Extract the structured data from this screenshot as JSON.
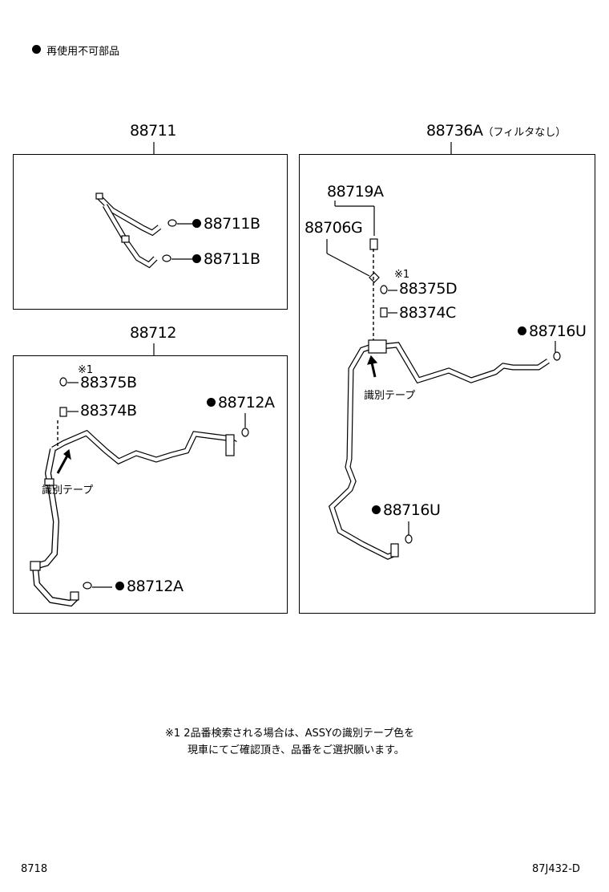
{
  "legend": {
    "text": "再使用不可部品"
  },
  "groups": {
    "g1": {
      "part_no": "88711",
      "parts": {
        "p1": "88711B",
        "p2": "88711B"
      }
    },
    "g2": {
      "part_no": "88712",
      "parts": {
        "nut": "88375B",
        "bolt": "88374B",
        "o_ring_top": "88712A",
        "o_ring_bottom": "88712A"
      },
      "note_mark": "※1",
      "tape_label": "識別テープ"
    },
    "g3": {
      "part_no": "88736A",
      "part_note": "（フィルタなし）",
      "parts": {
        "a": "88719A",
        "b": "88706G",
        "nut": "88375D",
        "bolt": "88374C",
        "o_ring_top": "88716U",
        "o_ring_bottom": "88716U"
      },
      "note_mark": "※1",
      "tape_label": "識別テープ"
    }
  },
  "footnote": {
    "line1": "※1 2品番検索される場合は、ASSYの識別テープ色を",
    "line2": "現車にてご確認頂き、品番をご選択願います。"
  },
  "footer": {
    "left": "8718",
    "right": "87J432-D"
  }
}
